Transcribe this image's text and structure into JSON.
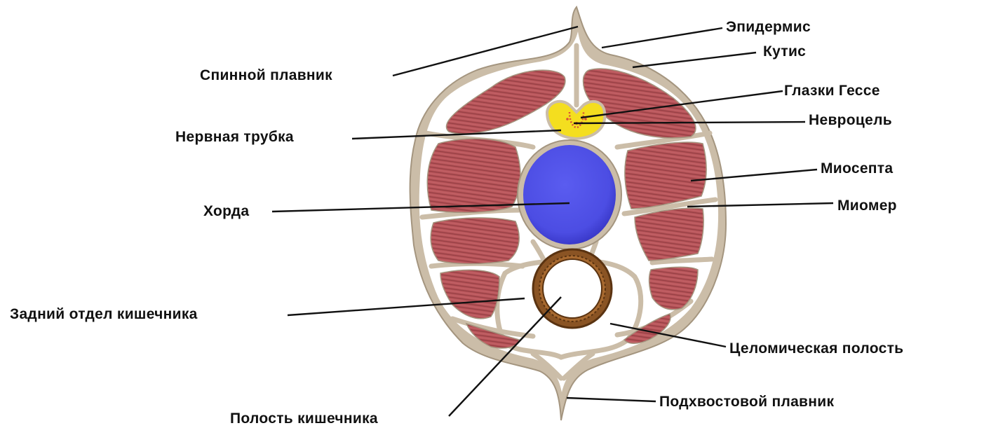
{
  "labels": {
    "epidermis": "Эпидермис",
    "cutis": "Кутис",
    "dorsal_fin": "Спинной плавник",
    "hesse_ocelli": "Глазки Гессе",
    "neurocoel": "Невроцель",
    "neural_tube": "Нервная трубка",
    "myosepta": "Миосепта",
    "notochord": "Хорда",
    "myomere": "Миомер",
    "hindgut": "Задний отдел кишечника",
    "coelomic_cavity": "Целомическая полость",
    "ventral_fin": "Подхвостовой плавник",
    "gut_lumen": "Полость кишечника"
  },
  "colors": {
    "outline": "#cbbda8",
    "outline_dark": "#a4957f",
    "muscle": "#b8555a",
    "muscle_line": "#8e3a3f",
    "notochord": "#5253e6",
    "notochord_dark": "#3d3ccb",
    "neural_tube": "#f4de1f",
    "neurocoel_dots": "#d9503a",
    "gut_wall": "#8a5424",
    "gut_wall_dark": "#5a3311",
    "leader": "#111111"
  }
}
